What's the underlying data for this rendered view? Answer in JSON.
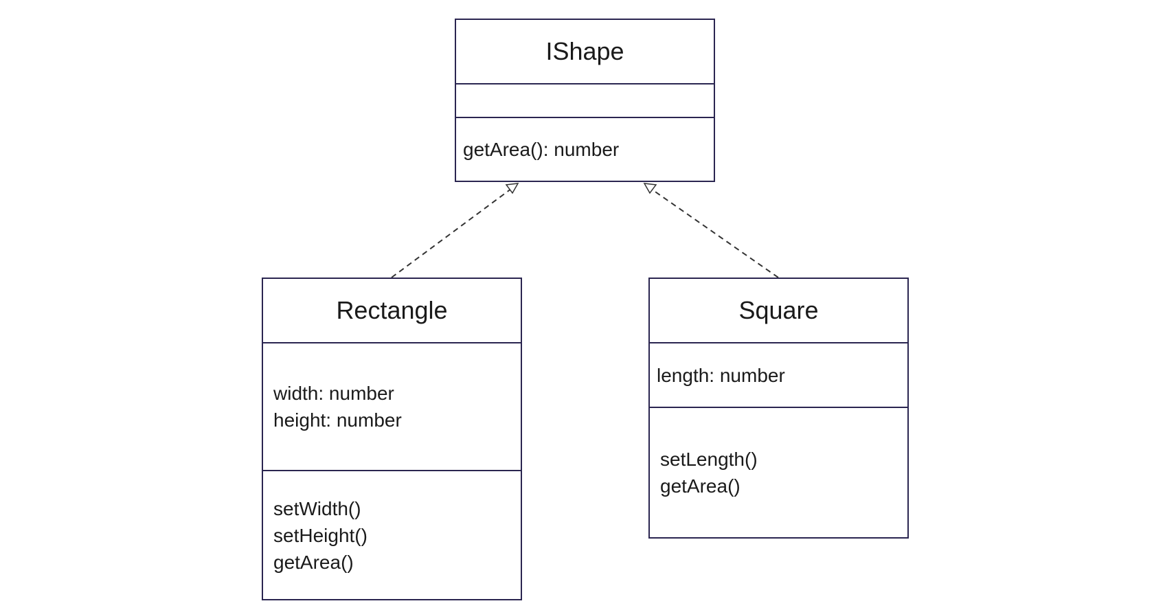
{
  "diagram": {
    "classes": {
      "ishape": {
        "name": "IShape",
        "attributes": [],
        "operations": [
          "getArea(): number"
        ]
      },
      "rectangle": {
        "name": "Rectangle",
        "attributes": [
          "width: number",
          "height: number"
        ],
        "operations": [
          "setWidth()",
          "setHeight()",
          "getArea()"
        ]
      },
      "square": {
        "name": "Square",
        "attributes": [
          "length: number"
        ],
        "operations": [
          "setLength()",
          "getArea()"
        ]
      }
    },
    "relationships": [
      {
        "from": "Rectangle",
        "to": "IShape",
        "type": "realization"
      },
      {
        "from": "Square",
        "to": "IShape",
        "type": "realization"
      }
    ],
    "colors": {
      "border": "#2a2550",
      "text": "#1a1a1a",
      "connector": "#333333",
      "background": "#ffffff"
    }
  }
}
